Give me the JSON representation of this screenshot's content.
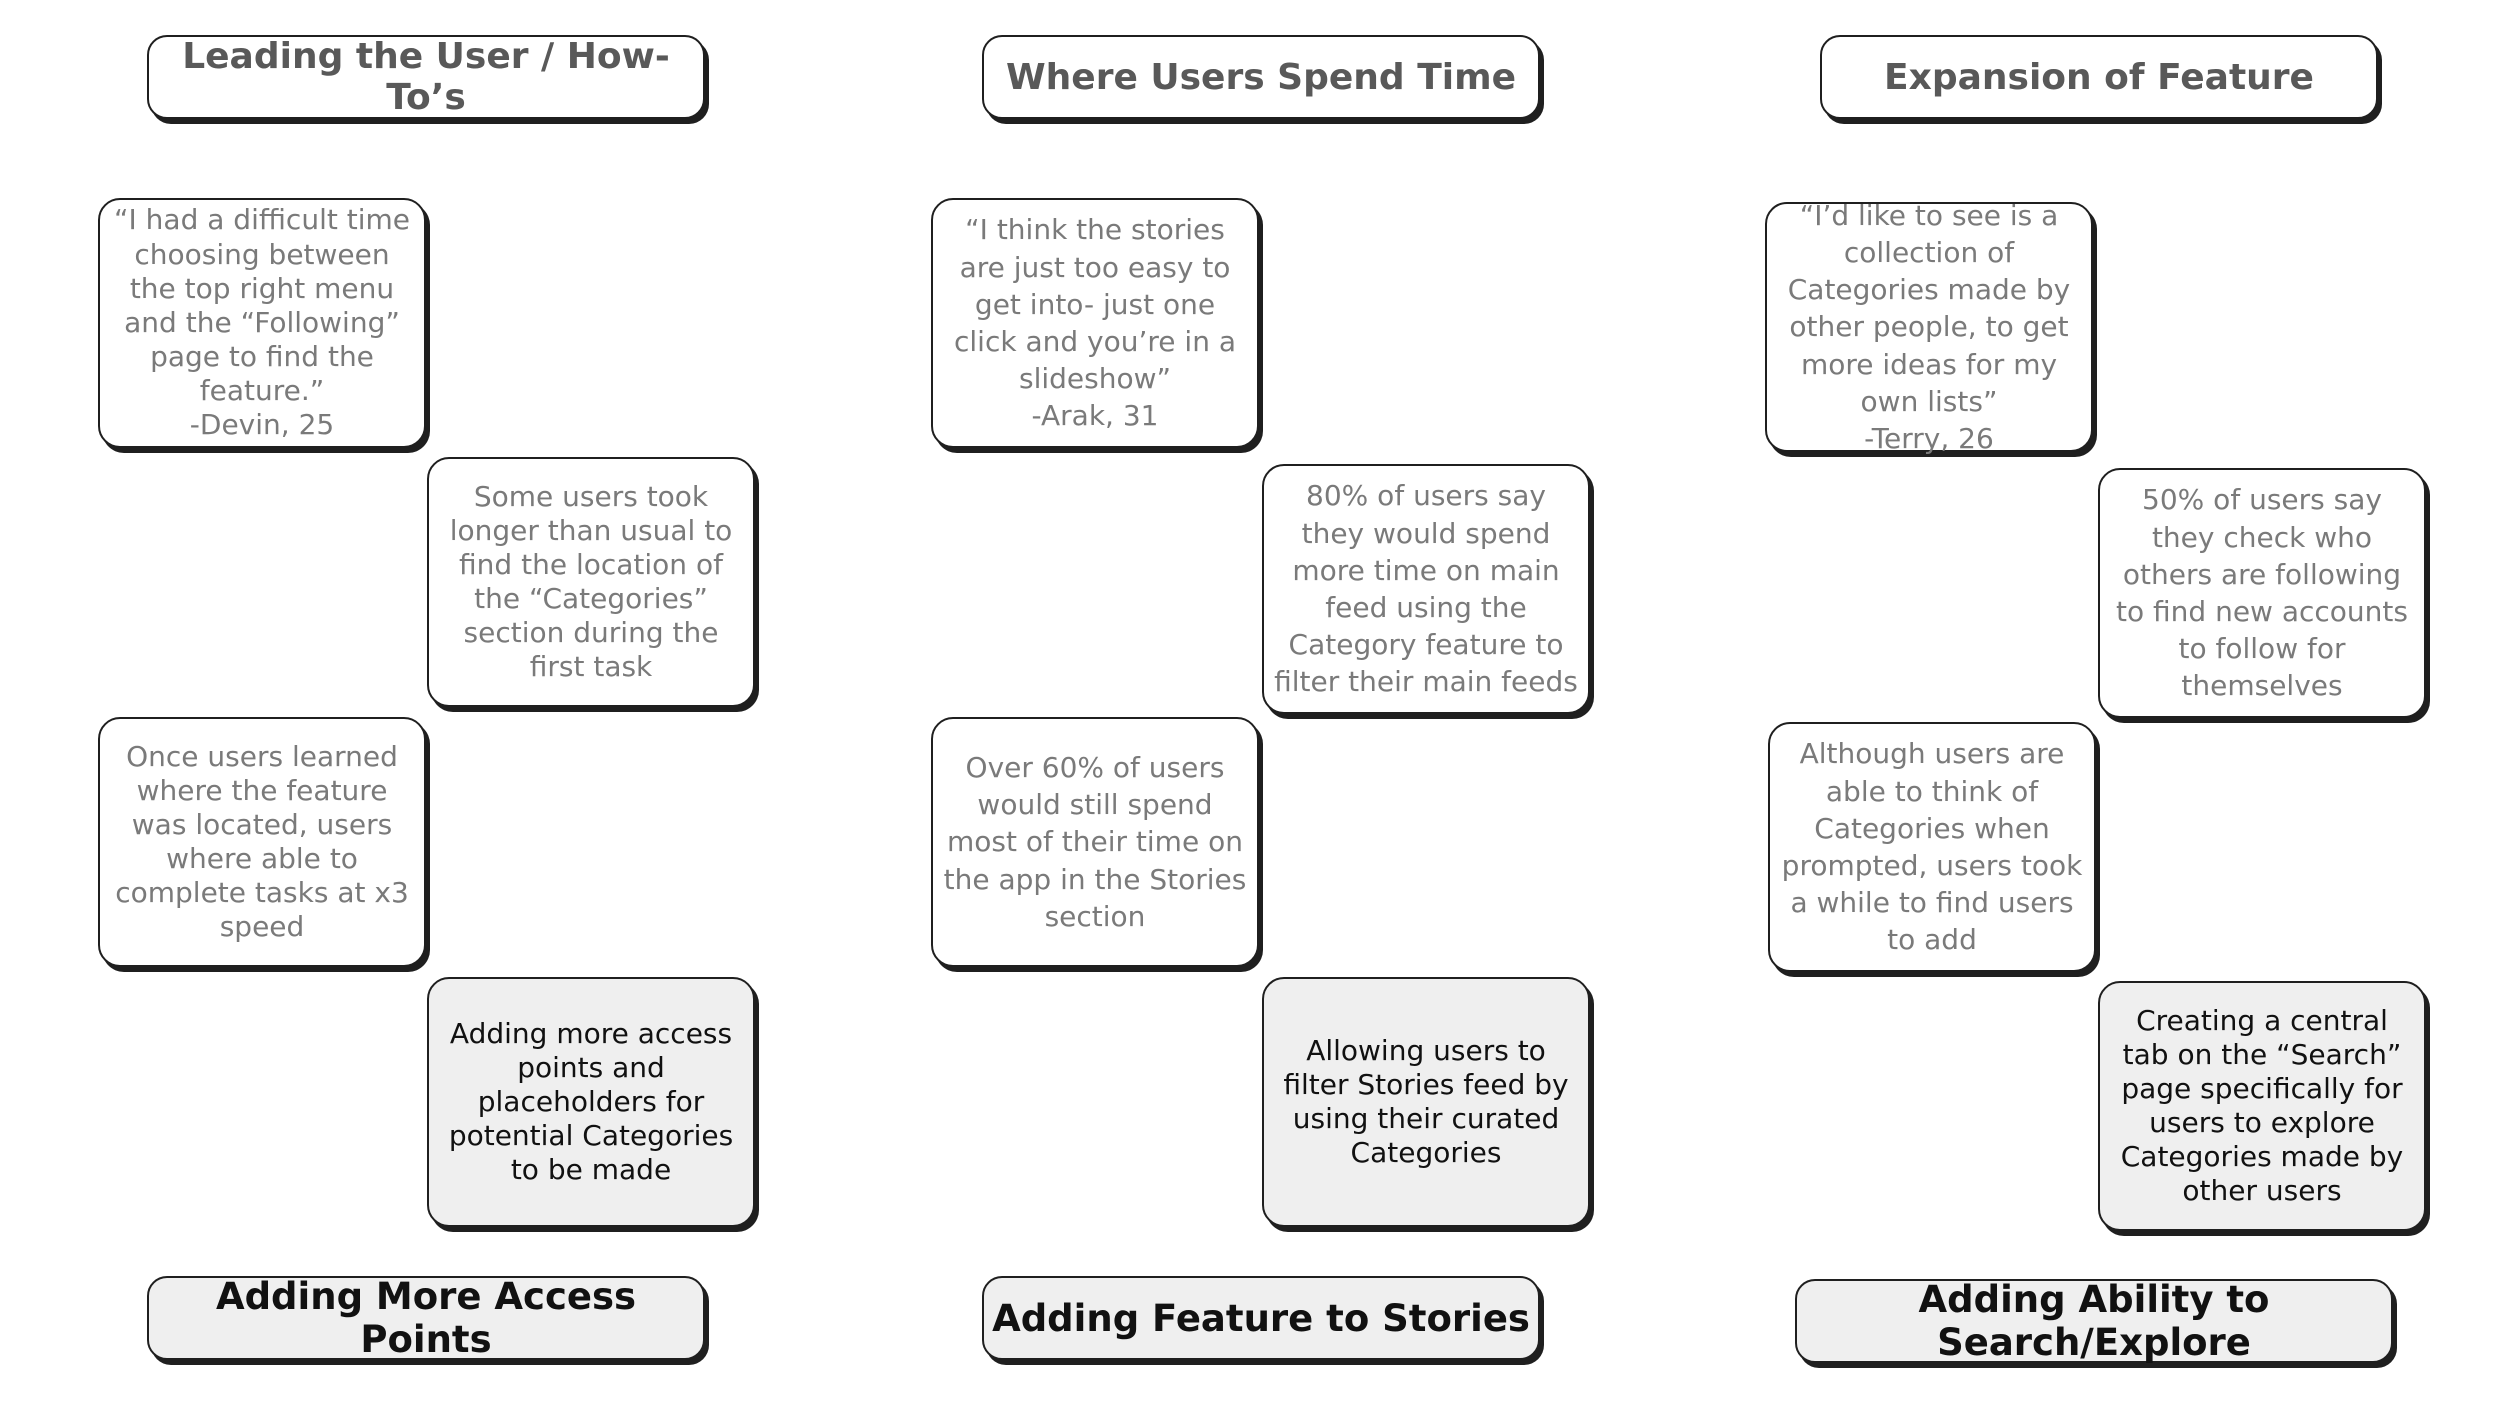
{
  "columns": [
    {
      "header": "Leading the User / How-To’s",
      "cards": [
        "“I had a difficult time choosing between the top right menu and the “Following” page to find the feature.”\n-Devin, 25",
        "Some users took longer than usual to find the location of the “Categories” section during the first task",
        "Once users learned where the feature was located, users where able to complete tasks at x3 speed"
      ],
      "solution": "Adding more access points and placeholders for potential Categories to be made",
      "footer": "Adding More Access Points"
    },
    {
      "header": "Where Users Spend Time",
      "cards": [
        "“I think the stories are just too easy to get into- just one click and you’re in a slideshow”\n-Arak, 31",
        "80% of users say they would spend more time on main feed using the Category feature to filter their main feeds",
        "Over 60% of users would still spend most of their time on the app in the Stories section"
      ],
      "solution": "Allowing users to filter Stories feed by using their curated Categories",
      "footer": "Adding Feature to Stories"
    },
    {
      "header": "Expansion of Feature",
      "cards": [
        "“I’d like to see is a collection of Categories made by other people, to get more ideas for my own lists”\n-Terry, 26",
        "50% of users say they check who others are following to find new accounts to follow for themselves",
        "Although users are able to think of Categories when prompted, users took a while to find users to add"
      ],
      "solution": "Creating a central tab on the “Search” page specifically for users to explore Categories made by other users",
      "footer": "Adding Ability to Search/Explore"
    }
  ]
}
